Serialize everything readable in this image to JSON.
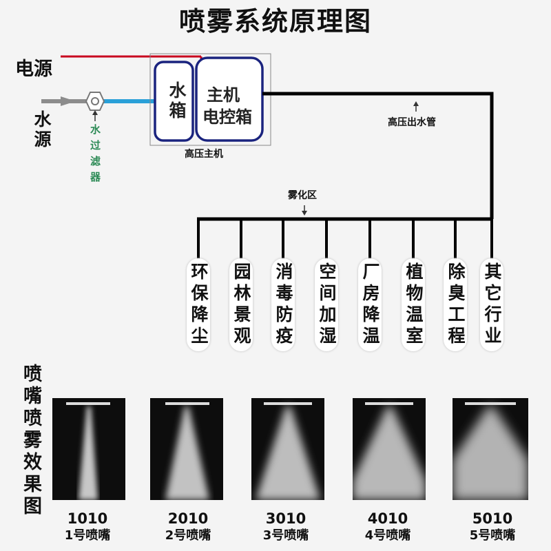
{
  "title": "喷雾系统原理图",
  "power_label": "电源",
  "water_source_label": "水源",
  "filter_label": "水过滤器",
  "tank_label": "水箱",
  "controller_line1": "主机",
  "controller_line2": "电控箱",
  "host_label": "高压主机",
  "pipe_label": "高压出水管",
  "zone_label": "雾化区",
  "applications": [
    "环保降尘",
    "园林景观",
    "消毒防疫",
    "空间加湿",
    "厂房降温",
    "植物温室",
    "除臭工程",
    "其它行业"
  ],
  "effect_title": "喷嘴喷雾效果图",
  "nozzles": [
    {
      "code": "1010",
      "name": "1号喷嘴"
    },
    {
      "code": "2010",
      "name": "2号喷嘴"
    },
    {
      "code": "3010",
      "name": "3号喷嘴"
    },
    {
      "code": "4010",
      "name": "4号喷嘴"
    },
    {
      "code": "5010",
      "name": "5号喷嘴"
    }
  ],
  "colors": {
    "power_line": "#c8001e",
    "water_pipe": "#2aa0d8",
    "box_border": "#1a237e",
    "filter_text": "#2e8b57",
    "pipe": "#000000"
  }
}
